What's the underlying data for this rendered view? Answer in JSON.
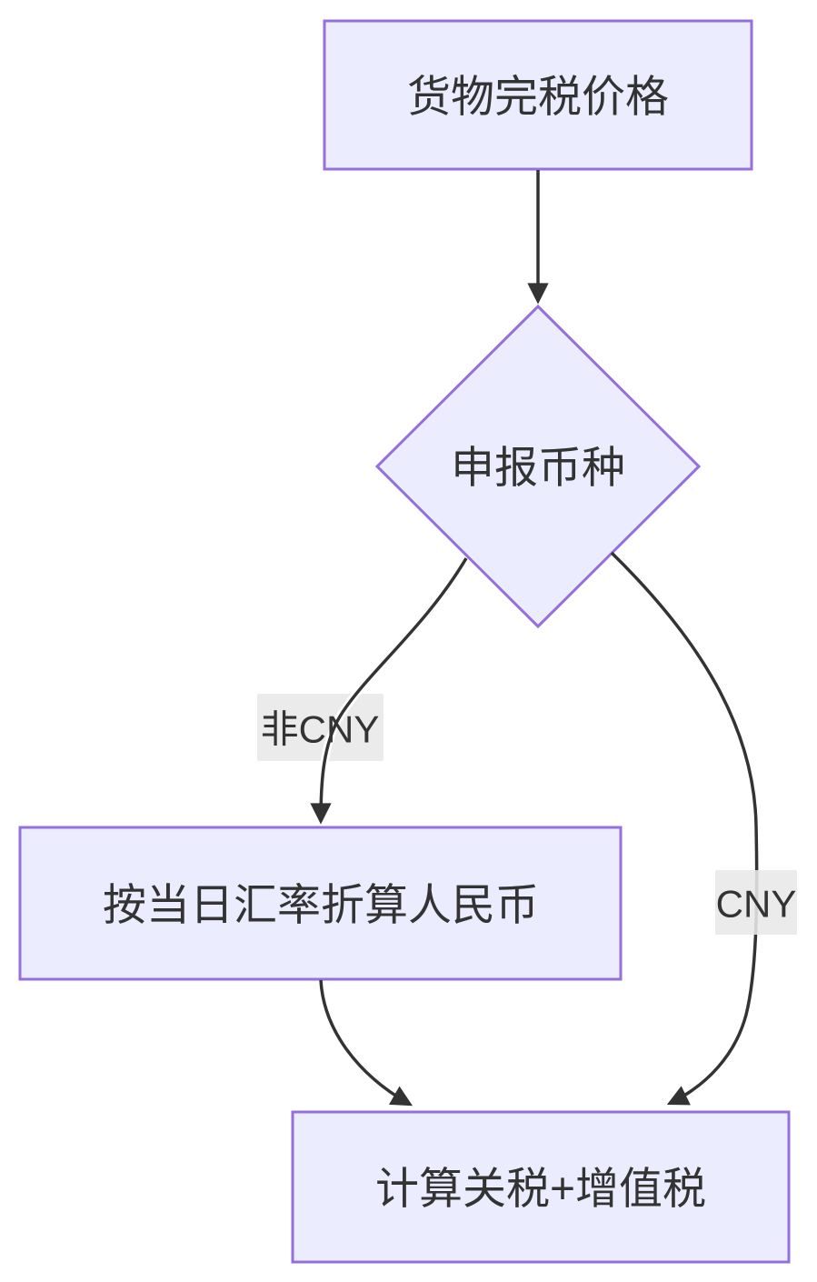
{
  "page": {
    "background": "#ffffff"
  },
  "diagram": {
    "type": "flowchart",
    "direction": "top-down",
    "nodes": [
      {
        "id": "dutiable_value",
        "shape": "rect",
        "label": "货物完税价格"
      },
      {
        "id": "declared_currency",
        "shape": "diamond",
        "label": "申报币种"
      },
      {
        "id": "convert_rmb",
        "shape": "rect",
        "label": "按当日汇率折算人民币"
      },
      {
        "id": "calc_tax",
        "shape": "rect",
        "label": "计算关税+增值税"
      }
    ],
    "edges": [
      {
        "from": "dutiable_value",
        "to": "declared_currency",
        "label": ""
      },
      {
        "from": "declared_currency",
        "to": "convert_rmb",
        "label": "非CNY"
      },
      {
        "from": "declared_currency",
        "to": "calc_tax",
        "label": "CNY"
      },
      {
        "from": "convert_rmb",
        "to": "calc_tax",
        "label": ""
      }
    ],
    "colors": {
      "node_fill": "#ECECFF",
      "node_border": "#9370DB",
      "edge_color": "#333333",
      "edge_label_bg": "#e8e8e8",
      "text_color": "#333333"
    }
  }
}
